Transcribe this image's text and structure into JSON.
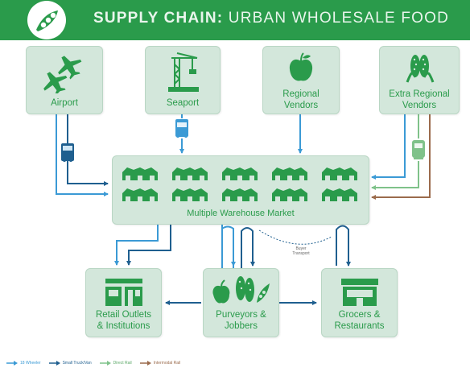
{
  "header": {
    "title_prefix": "SUPPLY CHAIN:",
    "title_rest": " URBAN WHOLESALE FOOD",
    "logo_icon": "pea-pod-icon"
  },
  "nodes": {
    "airport": {
      "label": "Airport",
      "icon": "airplanes-icon"
    },
    "seaport": {
      "label": "Seaport",
      "icon": "crane-icon"
    },
    "regional": {
      "label": "Regional\nVendors",
      "icon": "apple-icon"
    },
    "extra": {
      "label": "Extra Regional\nVendors",
      "icon": "corn-icon"
    },
    "warehouse": {
      "label": "Multiple Warehouse Market",
      "icon": "warehouse-icon"
    },
    "retail": {
      "label": "Retail Outlets\n& Institutions",
      "icon": "storefront-icon"
    },
    "purveyors": {
      "label": "Purveyors &\nJobbers",
      "icon": "produce-icon"
    },
    "grocers": {
      "label": "Grocers &\nRestaurants",
      "icon": "store-icon"
    }
  },
  "annotation": {
    "buyer_transport": "Buyer\nTransport"
  },
  "legend": [
    {
      "label": "18 Wheeler",
      "color": "#3b9ad5"
    },
    {
      "label": "Small Truck/Van",
      "color": "#1f5f8f"
    },
    {
      "label": "Direct Rail",
      "color": "#7fc28a"
    },
    {
      "label": "Intermodal Rail",
      "color": "#9b6b4c"
    }
  ],
  "colors": {
    "brand_green": "#2a9b4b",
    "node_fill": "#d3e7db"
  }
}
